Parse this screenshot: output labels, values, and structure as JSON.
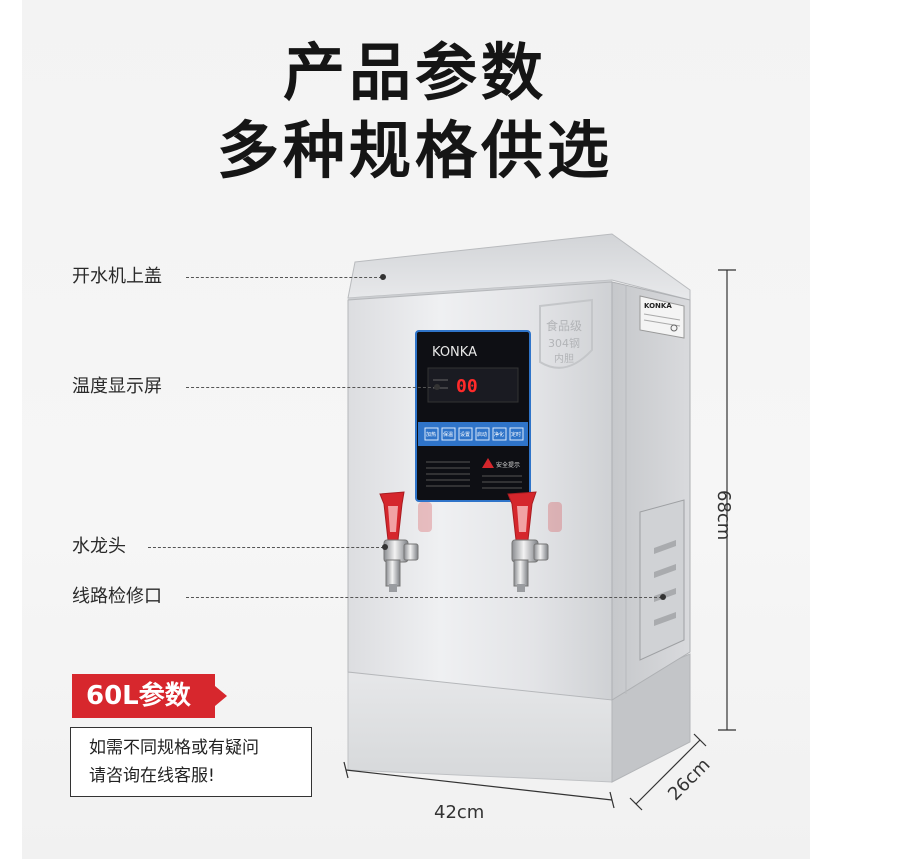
{
  "headline": {
    "line1": "产品参数",
    "line2": "多种规格供选"
  },
  "callouts": [
    {
      "label": "开水机上盖"
    },
    {
      "label": "温度显示屏"
    },
    {
      "label": "水龙头"
    },
    {
      "label": "线路检修口"
    }
  ],
  "device": {
    "brand": "KONKA",
    "display_readout": "00",
    "badge_line1": "食品级",
    "badge_line2": "304钢",
    "badge_line3": "内胆",
    "button_labels": [
      "加热",
      "保温",
      "设置",
      "启动",
      "净化",
      "定时"
    ],
    "warning_title": "安全提示",
    "colors": {
      "panel_dark": "#0e0f14",
      "panel_blue": "#2f74c9",
      "digit_red": "#ff2a2a",
      "faucet_red": "#d5262c",
      "steel_light": "#e9eaec",
      "steel_mid": "#c9cbce"
    }
  },
  "dimensions": {
    "height": "68cm",
    "width": "42cm",
    "depth": "26cm"
  },
  "spec_tag": {
    "label": "60L参数",
    "color": "#d7272d"
  },
  "note": {
    "line1": "如需不同规格或有疑问",
    "line2": "请咨询在线客服!"
  }
}
